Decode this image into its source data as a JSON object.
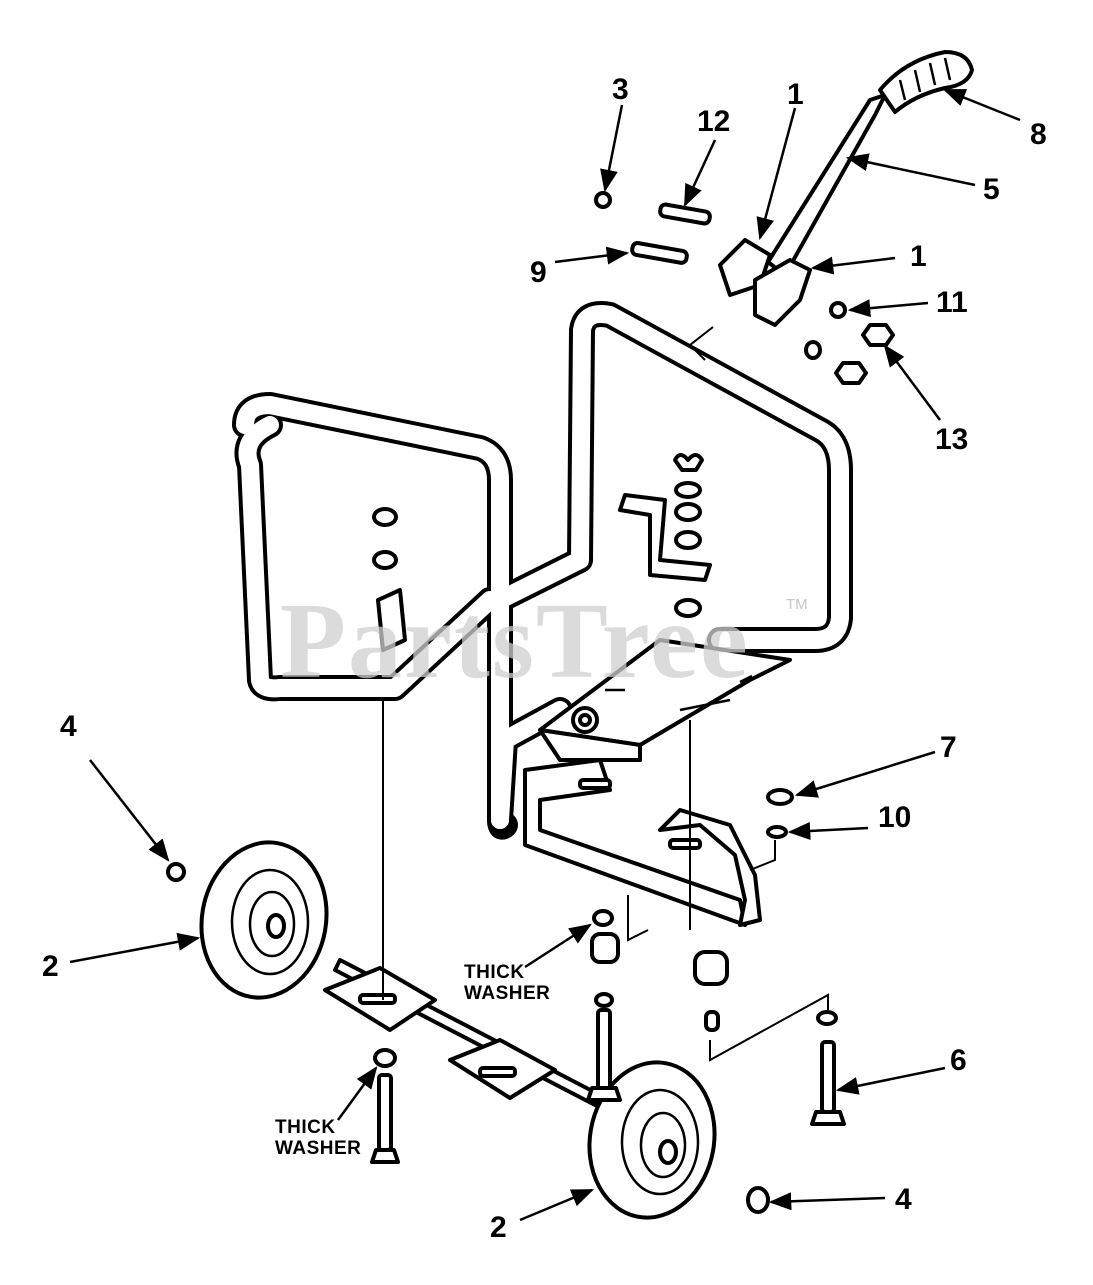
{
  "watermark": {
    "text": "PartsTree",
    "trademark": "TM"
  },
  "callouts": [
    {
      "id": "c3",
      "label": "3"
    },
    {
      "id": "c12",
      "label": "12"
    },
    {
      "id": "c1a",
      "label": "1"
    },
    {
      "id": "c8",
      "label": "8"
    },
    {
      "id": "c5",
      "label": "5"
    },
    {
      "id": "c9",
      "label": "9"
    },
    {
      "id": "c1b",
      "label": "1"
    },
    {
      "id": "c11",
      "label": "11"
    },
    {
      "id": "c13",
      "label": "13"
    },
    {
      "id": "c4a",
      "label": "4"
    },
    {
      "id": "c7",
      "label": "7"
    },
    {
      "id": "c10",
      "label": "10"
    },
    {
      "id": "c2a",
      "label": "2"
    },
    {
      "id": "c6",
      "label": "6"
    },
    {
      "id": "c2b",
      "label": "2"
    },
    {
      "id": "c4b",
      "label": "4"
    }
  ],
  "notes": [
    {
      "id": "thick-washer-upper",
      "lines": [
        "THICK",
        "WASHER"
      ]
    },
    {
      "id": "thick-washer-lower",
      "lines": [
        "THICK",
        "WASHER"
      ]
    }
  ]
}
